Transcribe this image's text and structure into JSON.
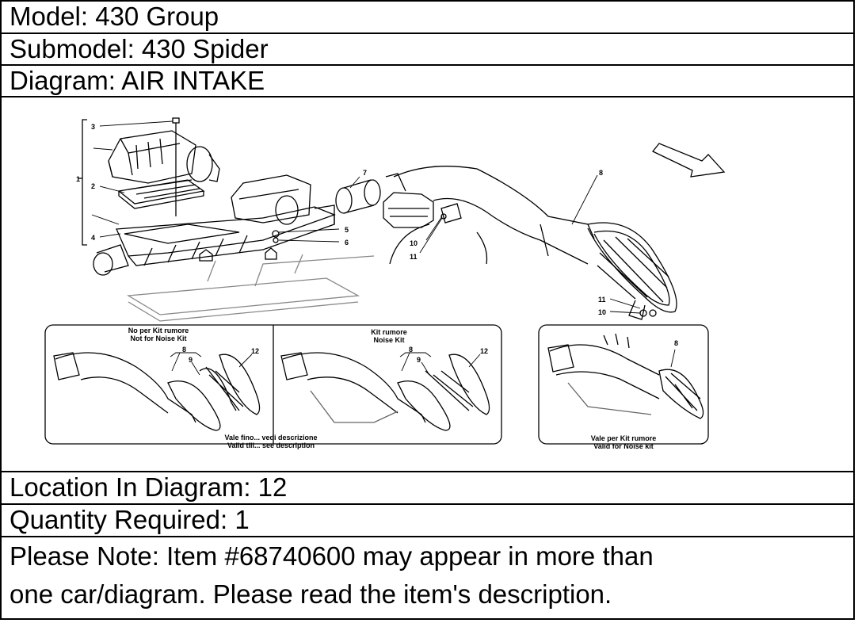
{
  "header": {
    "model": "Model: 430 Group",
    "submodel": "Submodel: 430 Spider",
    "diagram": "Diagram: AIR INTAKE"
  },
  "diagram": {
    "callouts": [
      "1",
      "2",
      "3",
      "4",
      "5",
      "6",
      "7",
      "8",
      "10",
      "11",
      "11",
      "10"
    ],
    "panel_left": {
      "title_it": "No per Kit rumore",
      "title_en": "Not for Noise Kit",
      "callouts": [
        "8",
        "9",
        "12"
      ],
      "footer_it": "Vale fino... vedi descrizione",
      "footer_en": "Valid till... see description"
    },
    "panel_middle": {
      "title_it": "Kit rumore",
      "title_en": "Noise Kit",
      "callouts": [
        "8",
        "9",
        "12"
      ]
    },
    "panel_right": {
      "callouts": [
        "8"
      ],
      "footer_it": "Vale per Kit rumore",
      "footer_en": "Valid for Noise kit"
    }
  },
  "details": {
    "location": "Location In Diagram: 12",
    "quantity": "Quantity Required: 1",
    "note_line1": "Please Note: Item #68740600 may appear in more than",
    "note_line2": "one car/diagram. Please read the item's description."
  }
}
